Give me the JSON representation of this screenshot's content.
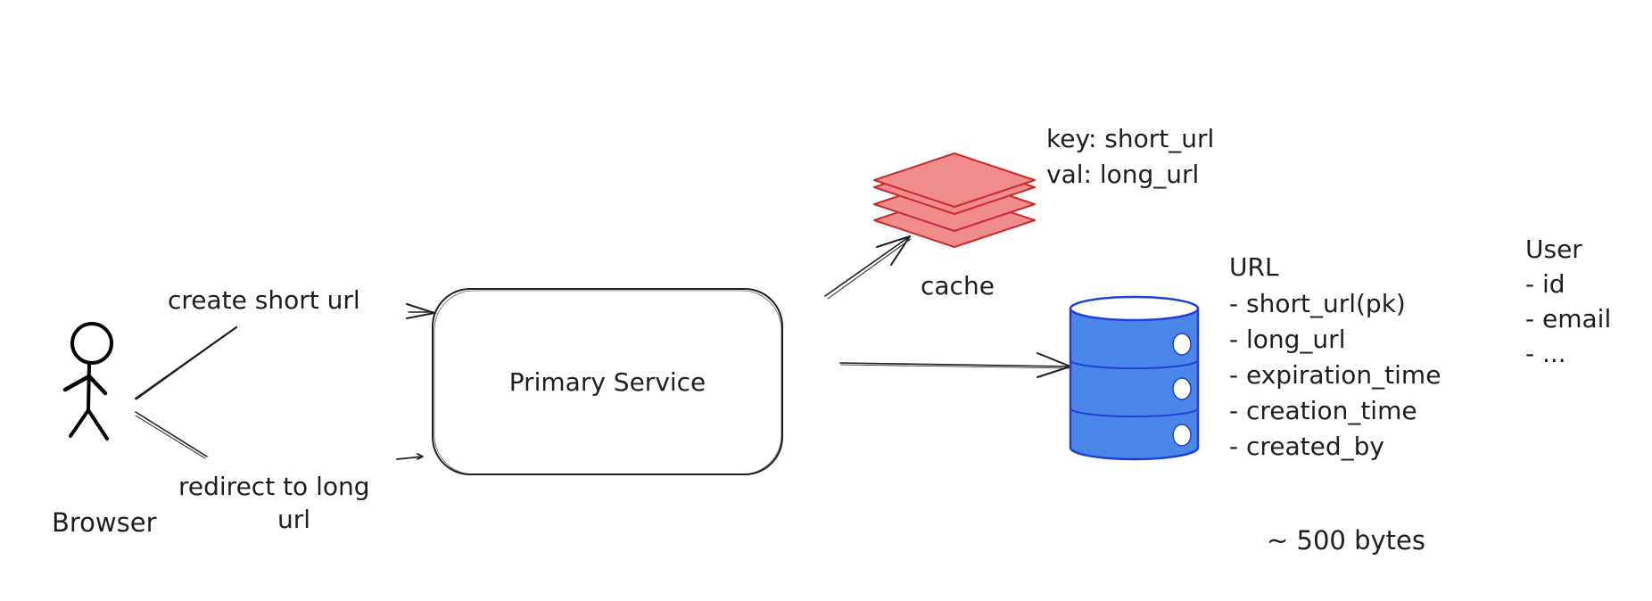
{
  "actor": {
    "label": "Browser"
  },
  "edges": {
    "create": "create short url",
    "redirect_line1": "redirect to long",
    "redirect_line2": "url"
  },
  "service": {
    "label": "Primary Service"
  },
  "cache": {
    "label": "cache",
    "note_key": "key: short_url",
    "note_val": "val: long_url",
    "fill": "#f08c8c",
    "stroke": "#c92a2a"
  },
  "database": {
    "fill": "#4a86e8",
    "stroke": "#1f3fd6"
  },
  "url_table": {
    "title": "URL",
    "fields": [
      "- short_url(pk)",
      "- long_url",
      "- expiration_time",
      "- creation_time",
      "- created_by"
    ],
    "size_note": "~ 500 bytes"
  },
  "user_table": {
    "title": "User",
    "fields": [
      "- id",
      "- email",
      "- ..."
    ]
  }
}
